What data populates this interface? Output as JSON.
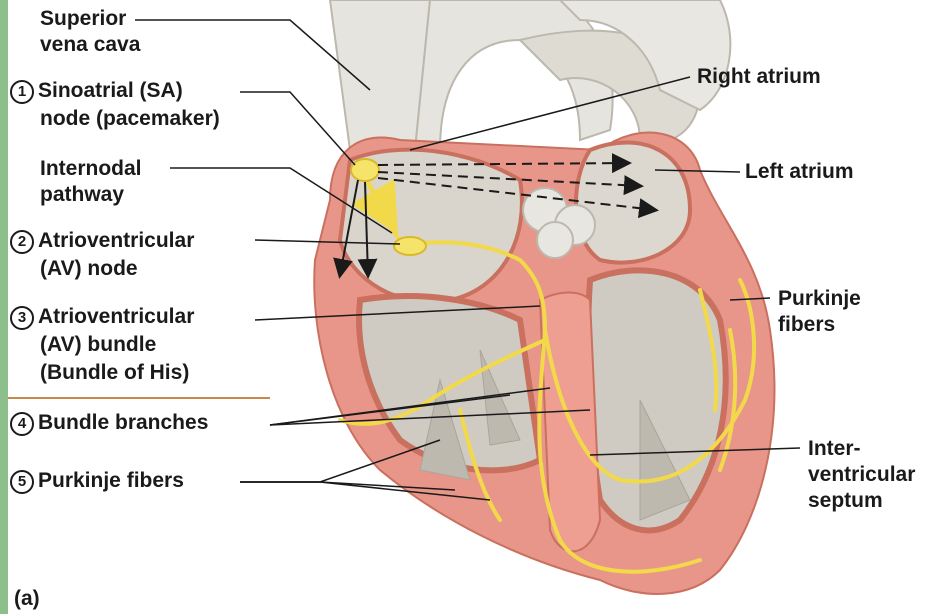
{
  "labels": {
    "superior_vena_cava": [
      "Superior",
      "vena cava"
    ],
    "sa_node": {
      "number": "1",
      "lines": [
        "Sinoatrial (SA)",
        "node (pacemaker)"
      ]
    },
    "internodal": [
      "Internodal",
      "pathway"
    ],
    "av_node": {
      "number": "2",
      "lines": [
        "Atrioventricular",
        "(AV) node"
      ]
    },
    "av_bundle": {
      "number": "3",
      "lines": [
        "Atrioventricular",
        "(AV) bundle",
        "(Bundle of His)"
      ]
    },
    "bundle_branches": {
      "number": "4",
      "text": "Bundle branches"
    },
    "purkinje_left": {
      "number": "5",
      "text": "Purkinje fibers"
    },
    "right_atrium": "Right atrium",
    "left_atrium": "Left atrium",
    "purkinje_right": [
      "Purkinje",
      "fibers"
    ],
    "interventricular": [
      "Inter-",
      "ventricular",
      "septum"
    ],
    "panel": "(a)"
  },
  "colors": {
    "muscle": "#e9968a",
    "muscle_light": "#f3c3b6",
    "conduction": "#f2d94a",
    "vessel": "#e4e2dc",
    "chamber": "#d7d4cc"
  }
}
